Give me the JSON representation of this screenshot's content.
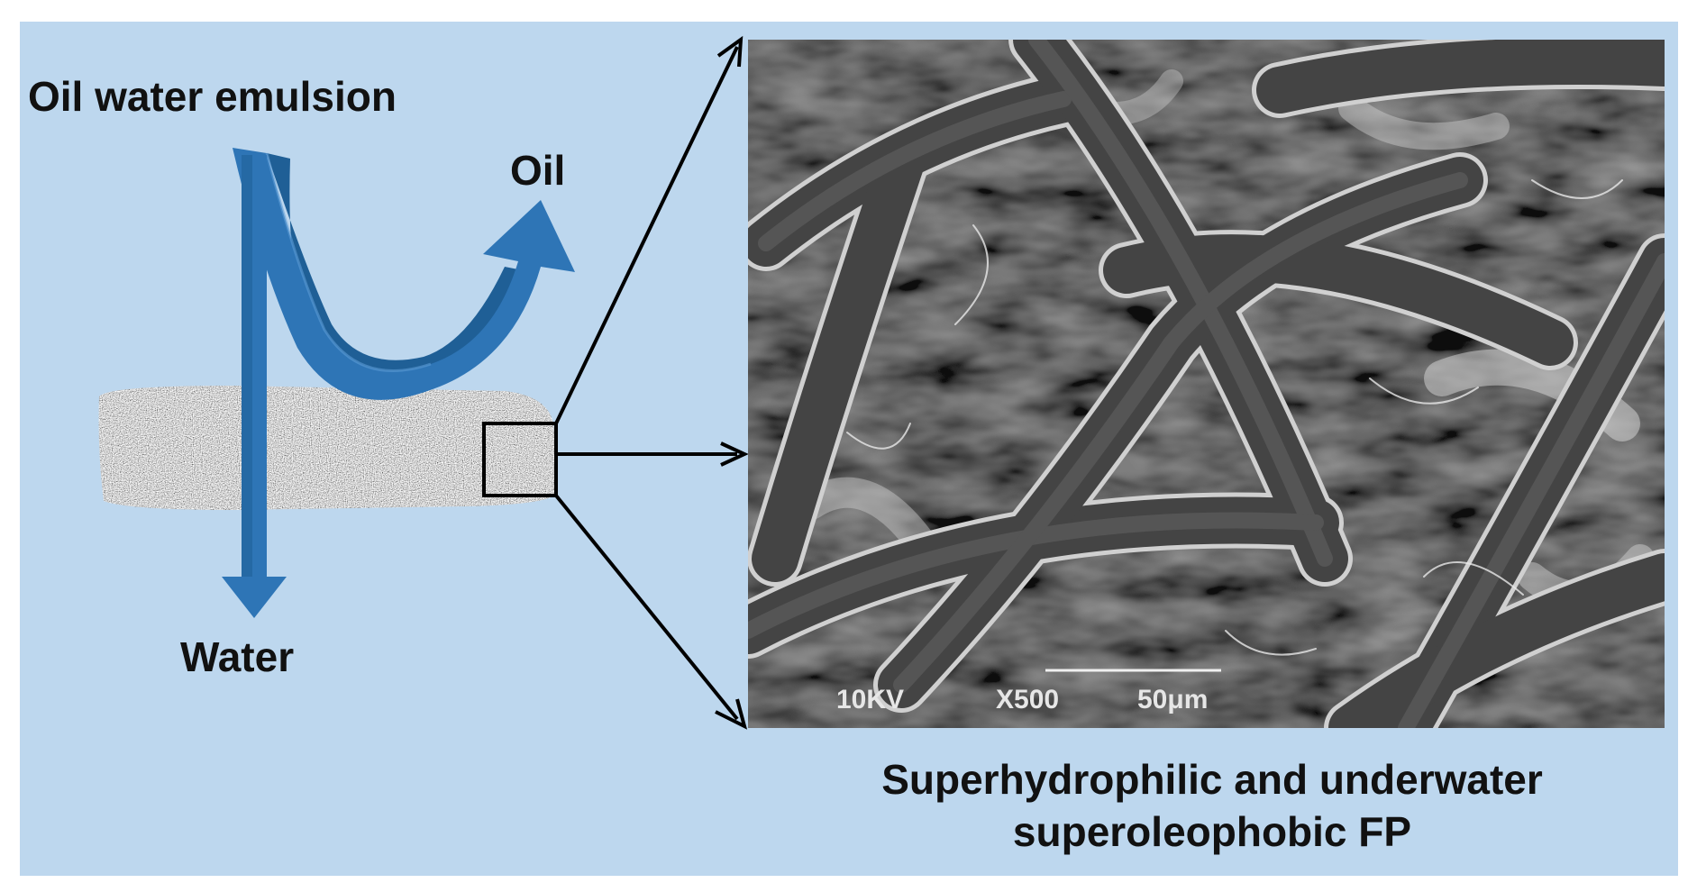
{
  "labels": {
    "emulsion": "Oil water emulsion",
    "oil": "Oil",
    "water": "Water"
  },
  "sem": {
    "voltage": "10KV",
    "magnification": "X500",
    "scale_bar": "50μm"
  },
  "caption": {
    "line1": "Superhydrophilic and underwater",
    "line2": "superoleophobic FP"
  },
  "colors": {
    "panel_background": "#bdd7ee",
    "arrow_blue": "#2e75b6",
    "arrow_dark": "#1f5f96",
    "connector": "#000000"
  }
}
